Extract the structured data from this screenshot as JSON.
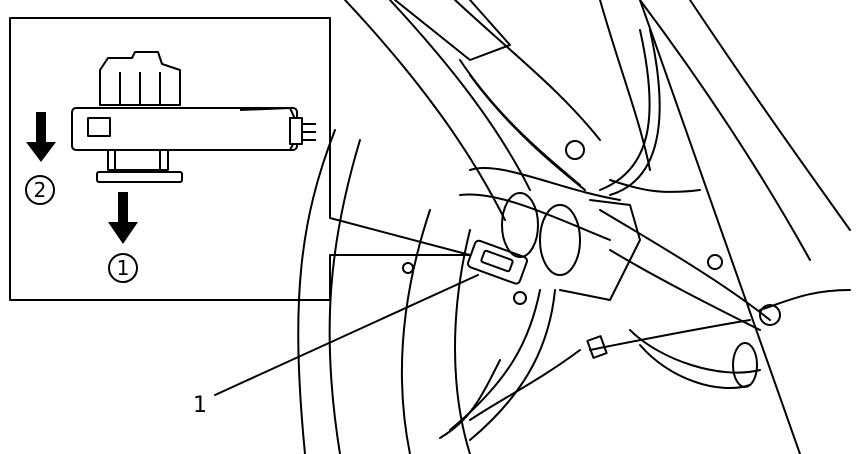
{
  "callouts": {
    "step_1": "1",
    "step_2": "2",
    "part_1": "1"
  },
  "colors": {
    "line": "#000000",
    "background": "#ffffff"
  }
}
